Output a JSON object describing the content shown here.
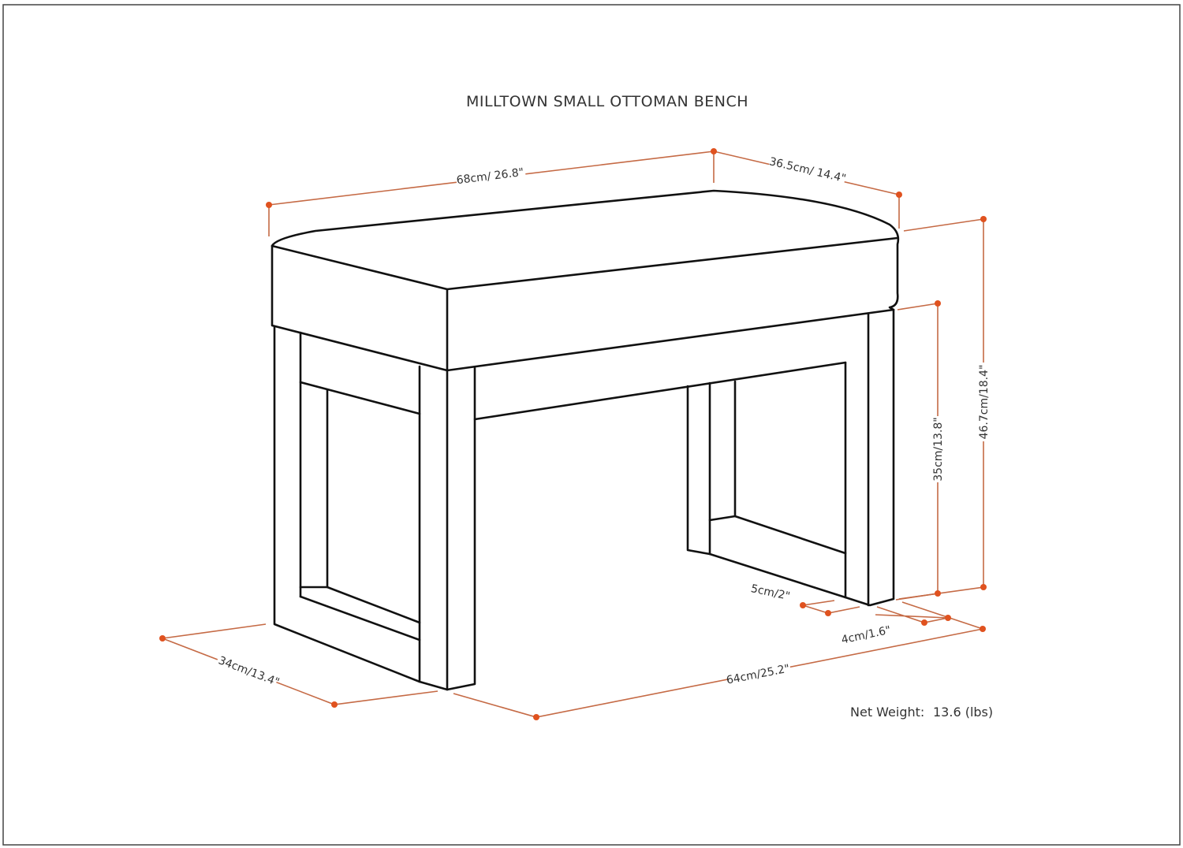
{
  "title": "MILLTOWN SMALL OTTOMAN BENCH",
  "dimensions": {
    "top_length": "68cm/ 26.8\"",
    "top_depth": "36.5cm/ 14.4\"",
    "total_height": "46.7cm/18.4\"",
    "leg_height": "35cm/13.8\"",
    "leg_width": "5cm/2\"",
    "leg_depth": "4cm/1.6\"",
    "base_length": "64cm/25.2\"",
    "base_depth": "34cm/13.4\""
  },
  "weight": {
    "label": "Net Weight:",
    "value": "13.6 (lbs)"
  },
  "colors": {
    "outline": "#111111",
    "dimension": "#c56a45",
    "marker": "#e0521f"
  }
}
